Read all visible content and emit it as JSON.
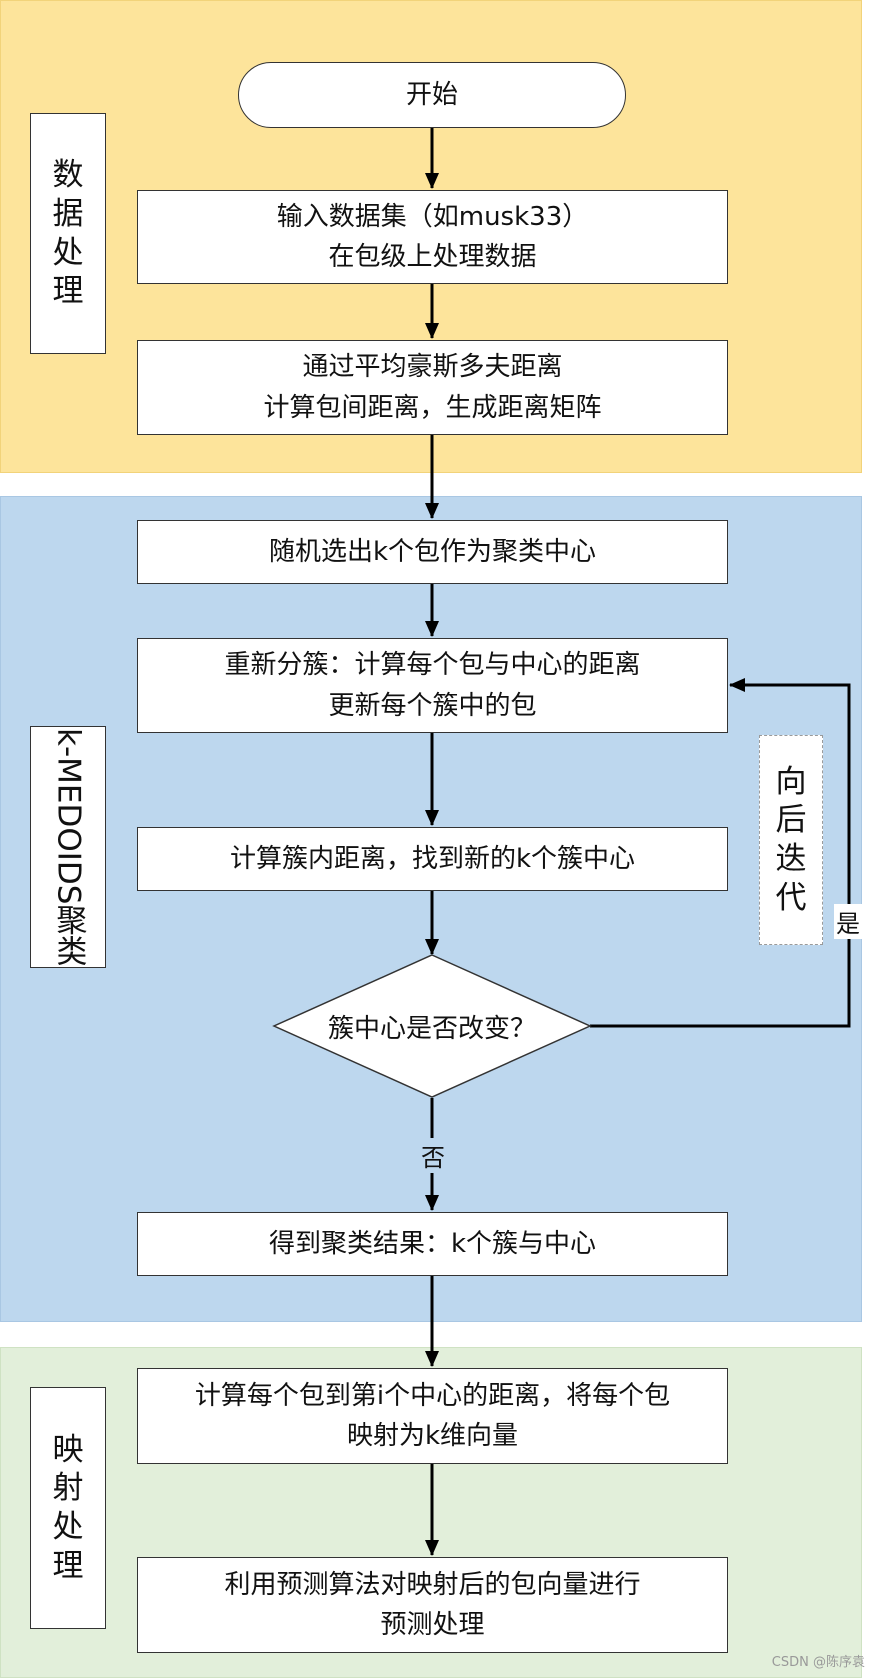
{
  "sections": {
    "data_processing": "数据处理",
    "clustering": "k-MEDOIDS聚类",
    "mapping": "映射处理"
  },
  "nodes": {
    "start": "开始",
    "input_line1": "输入数据集（如musk33）",
    "input_line2": "在包级上处理数据",
    "distance_line1": "通过平均豪斯多夫距离",
    "distance_line2": "计算包间距离，生成距离矩阵",
    "random_centers": "随机选出k个包作为聚类中心",
    "recluster_line1": "重新分簇：计算每个包与中心的距离",
    "recluster_line2": "更新每个簇中的包",
    "new_centers": "计算簇内距离，找到新的k个簇中心",
    "decision": "簇中心是否改变？",
    "result": "得到聚类结果：k个簇与中心",
    "map_line1": "计算每个包到第i个中心的距离，将每个包",
    "map_line2": "映射为k维向量",
    "predict_line1": "利用预测算法对映射后的包向量进行",
    "predict_line2": "预测处理"
  },
  "loop_label": "向后迭代",
  "edge_labels": {
    "yes": "是",
    "no": "否"
  },
  "watermark": "CSDN @陈序袁",
  "colors": {
    "data_band": "#FDE49B",
    "cluster_band": "#BDD7EE",
    "mapping_band": "#E2EFDA"
  }
}
